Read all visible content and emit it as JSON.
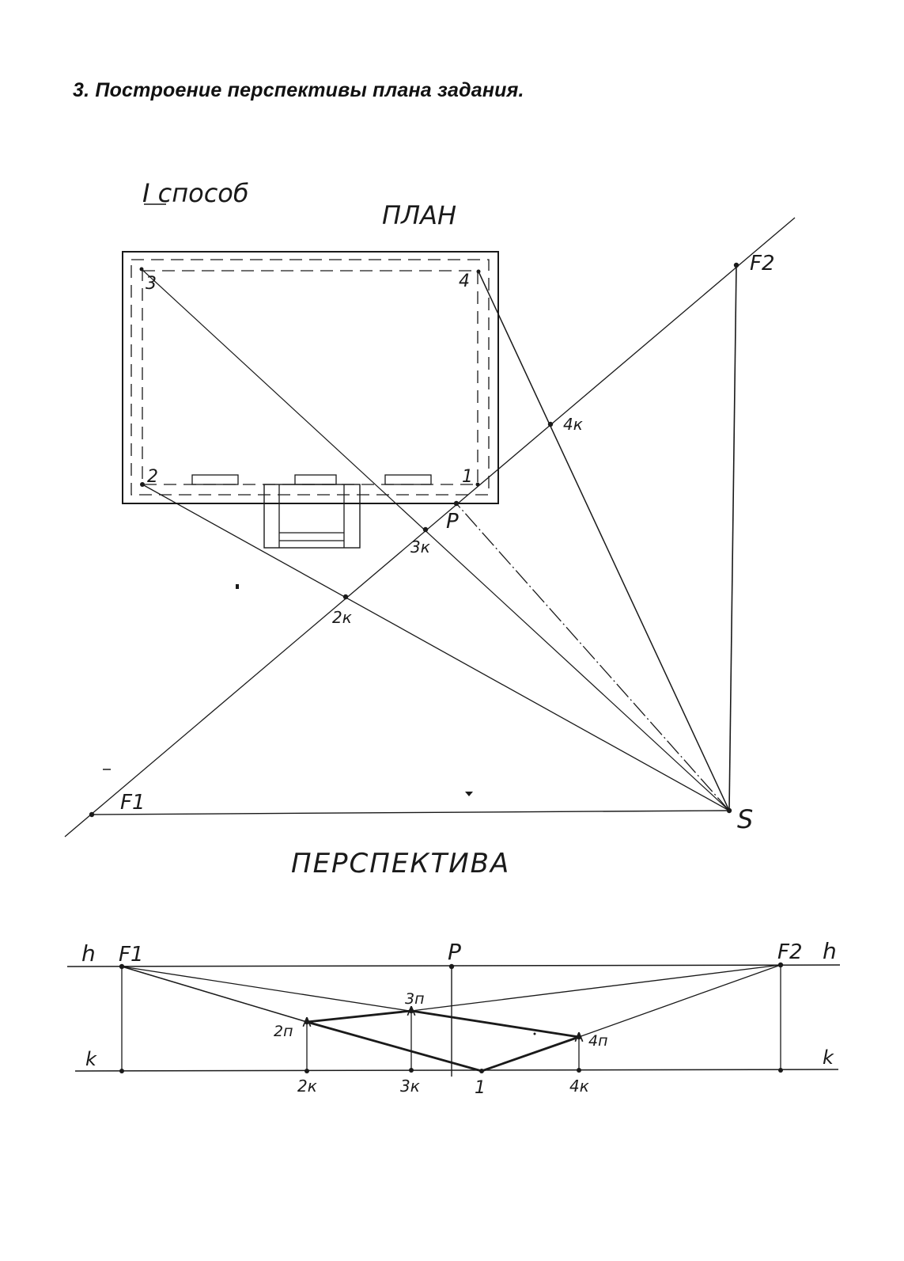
{
  "heading": "3. Построение перспективы плана задания.",
  "labels": {
    "method": "I способ",
    "plan_title": "ПЛАН",
    "perspective_title": "ПЕРСПЕКТИВА",
    "plan_points": {
      "c1": "1",
      "c2": "2",
      "c3": "3",
      "c4": "4",
      "f1": "F1",
      "f2": "F2",
      "s": "S",
      "p": "P",
      "k2": "2к",
      "k3": "3к",
      "k4": "4к"
    },
    "persp_points": {
      "h_left": "h",
      "h_right": "h",
      "k_left": "k",
      "k_right": "k",
      "f1": "F1",
      "f2": "F2",
      "p": "P",
      "p2": "2п",
      "p3": "3п",
      "p4": "4п",
      "k2": "2к",
      "k3": "3к",
      "one": "1",
      "k4": "4к"
    }
  },
  "colors": {
    "ink": "#1a1a1a"
  }
}
